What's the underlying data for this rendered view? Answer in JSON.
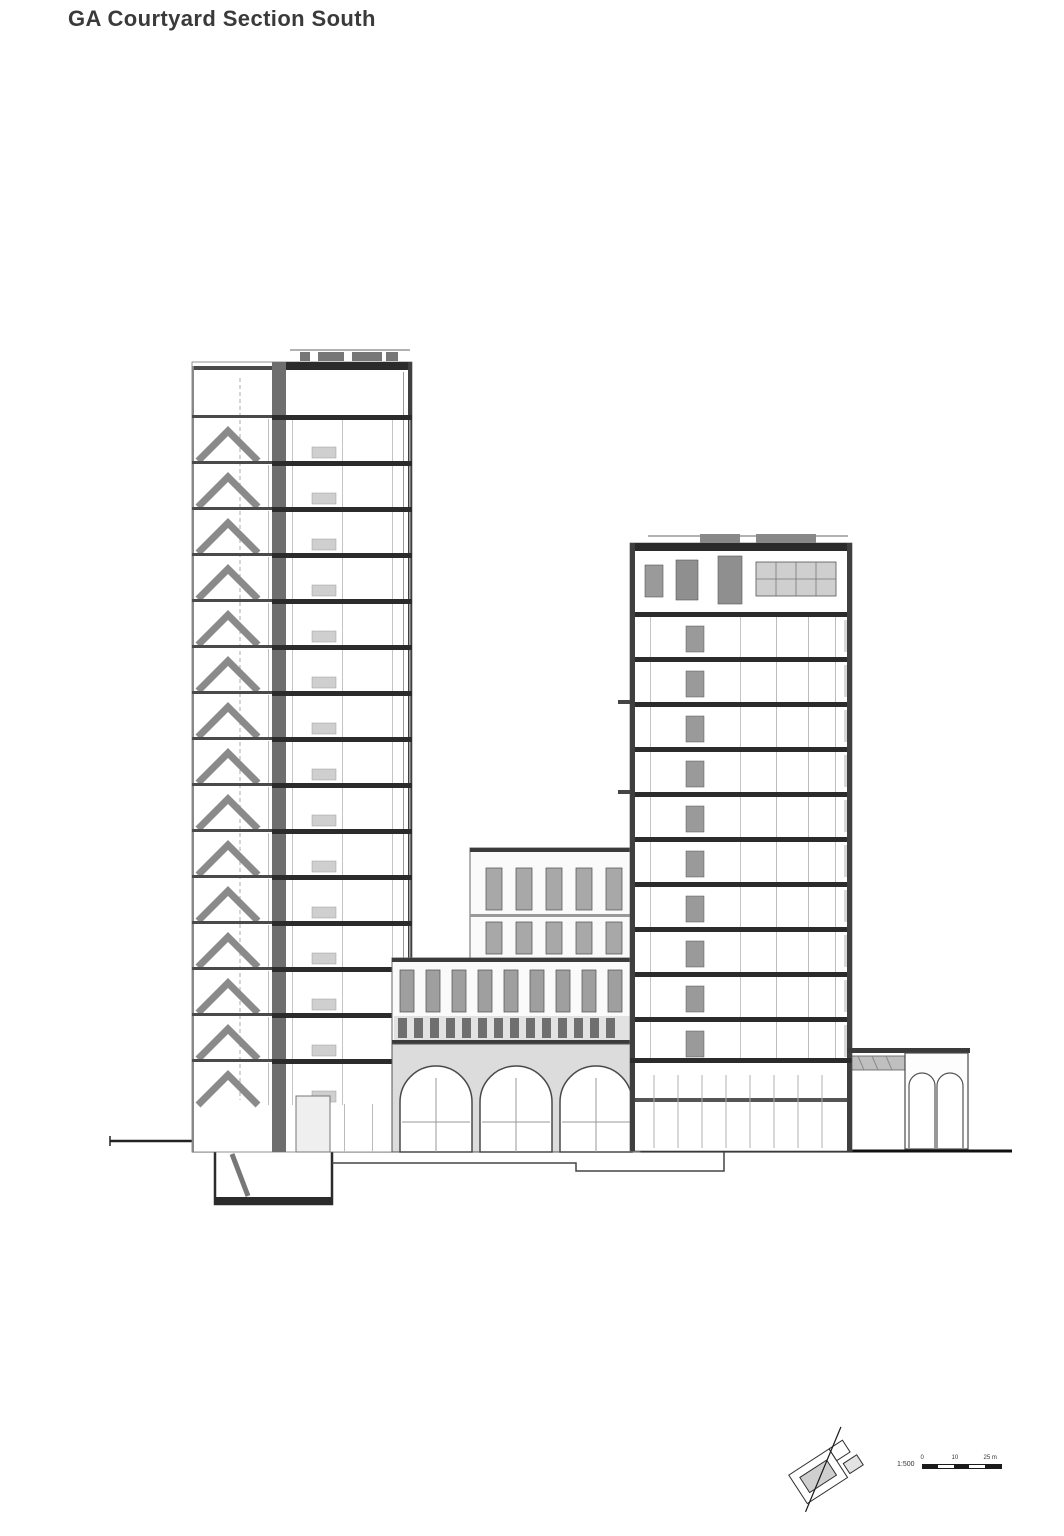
{
  "page": {
    "title": "GA Courtyard Section South"
  },
  "scale": {
    "label": "1:500",
    "ticks": [
      "0",
      "10",
      "25 m"
    ]
  },
  "colors": {
    "ink": "#1f1f1f",
    "slab": "#2b2b2b",
    "stair_gray": "#8a8a8a",
    "window_gray": "#a0a0a0",
    "facade_light": "#dcdcdc",
    "background": "#ffffff"
  }
}
